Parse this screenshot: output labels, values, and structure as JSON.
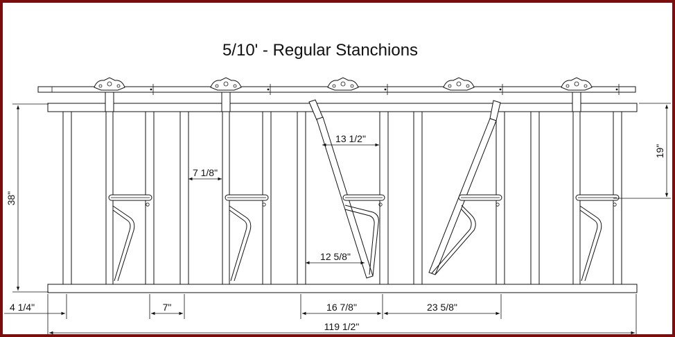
{
  "title": "5/10' - Regular Stanchions",
  "dimensions": {
    "height_total": "38\"",
    "upper_height": "19\"",
    "open_gap": "13 1/2\"",
    "closed_gap": "7 1/8\"",
    "lower_gap": "12 5/8\"",
    "end_offset": "4 1/4\"",
    "post_spacing": "7\"",
    "stall_a": "16 7/8\"",
    "stall_b": "23 5/8\"",
    "overall_length": "119 1/2\""
  },
  "colors": {
    "frame": "#7a0e0e",
    "line": "#111111",
    "background": "#ffffff"
  },
  "stanchions": [
    {
      "state": "closed"
    },
    {
      "state": "closed"
    },
    {
      "state": "open"
    },
    {
      "state": "open"
    },
    {
      "state": "closed"
    }
  ]
}
